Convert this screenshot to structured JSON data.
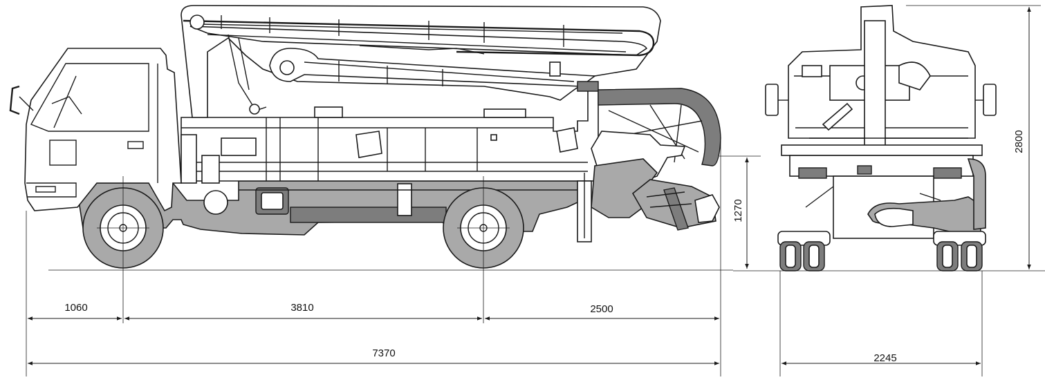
{
  "dimensions": {
    "front_overhang": "1060",
    "wheelbase": "3810",
    "rear_overhang": "2500",
    "overall_length": "7370",
    "hopper_height": "1270",
    "overall_height": "2800",
    "overall_width": "2245"
  },
  "colors": {
    "line": "#1a1a1a",
    "shade": "#a9a9a9",
    "dark_shade": "#7d7d7d",
    "paper": "#ffffff"
  }
}
